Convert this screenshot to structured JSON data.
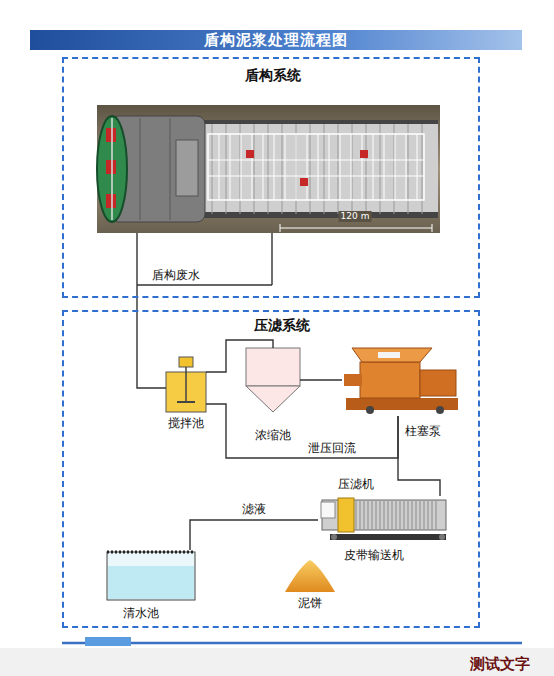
{
  "diagram": {
    "title": "盾构泥浆处理流程图",
    "nodes": [
      {
        "text": [
          "盾构系统"
        ]
      },
      {
        "text": [
          "120 m"
        ],
        "in": 0
      },
      {
        "text": [
          "压滤系统"
        ]
      },
      {
        "text": [
          "搅拌池"
        ],
        "in": 2
      },
      {
        "text": [
          "浓缩池"
        ],
        "in": 2
      },
      {
        "text": [
          "柱塞泵"
        ],
        "in": 2
      },
      {
        "text": [
          "压滤机",
          "皮带输送机"
        ],
        "in": 2
      },
      {
        "text": [
          "清水池"
        ],
        "in": 2
      },
      {
        "text": [
          "泥饼"
        ],
        "in": 2
      }
    ],
    "edges": [
      {
        "from": 1,
        "to": 3,
        "label": "盾构废水",
        "arrow": "none"
      },
      {
        "from": 3,
        "to": 4,
        "arrow": "none"
      },
      {
        "from": 4,
        "to": 5,
        "arrow": "none"
      },
      {
        "from": 5,
        "to": 3,
        "label": "泄压回流",
        "arrow": "none"
      },
      {
        "from": 5,
        "to": 6,
        "arrow": "none"
      },
      {
        "from": 6,
        "to": 7,
        "label": "滤液",
        "arrow": "none"
      }
    ],
    "labels": [
      "测试文字"
    ]
  }
}
